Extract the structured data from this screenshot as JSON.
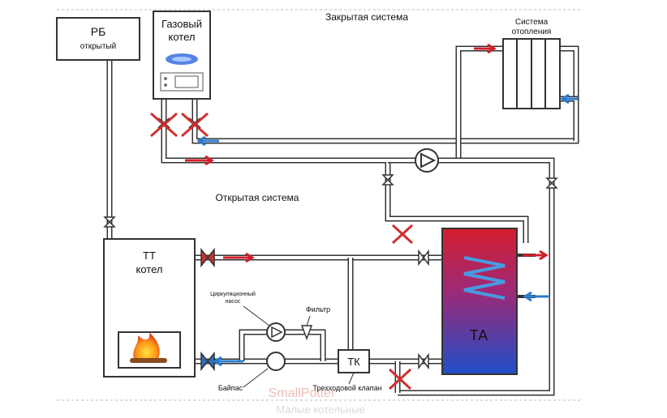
{
  "labels": {
    "expansion_tank_title": "РБ",
    "expansion_tank_sub": "открытый",
    "gas_boiler_line1": "Газовый",
    "gas_boiler_line2": "котел",
    "closed_system": "Закрытая система",
    "heating_system_line1": "Система",
    "heating_system_line2": "отопления",
    "open_system": "Открытая система",
    "solid_boiler_line1": "ТТ",
    "solid_boiler_line2": "котел",
    "circ_pump_line1": "Циркуляционный",
    "circ_pump_line2": "насос",
    "filter": "Фильтр",
    "bypass": "Байпас",
    "three_way_valve": "Трехходовой клапан",
    "tk_label": "ТК",
    "accumulator": "ТА",
    "watermark_brand": "SmallPotter",
    "watermark_sub": "Малые котельные"
  },
  "colors": {
    "pipe": "#333333",
    "hot_arrow": "#d0202a",
    "cold_arrow": "#2a7bd0",
    "tank_top": "#d41e2e",
    "tank_bottom": "#1f4fc8",
    "cross_mark": "#d22f2f",
    "valve_fill": "#2f6fb5"
  }
}
